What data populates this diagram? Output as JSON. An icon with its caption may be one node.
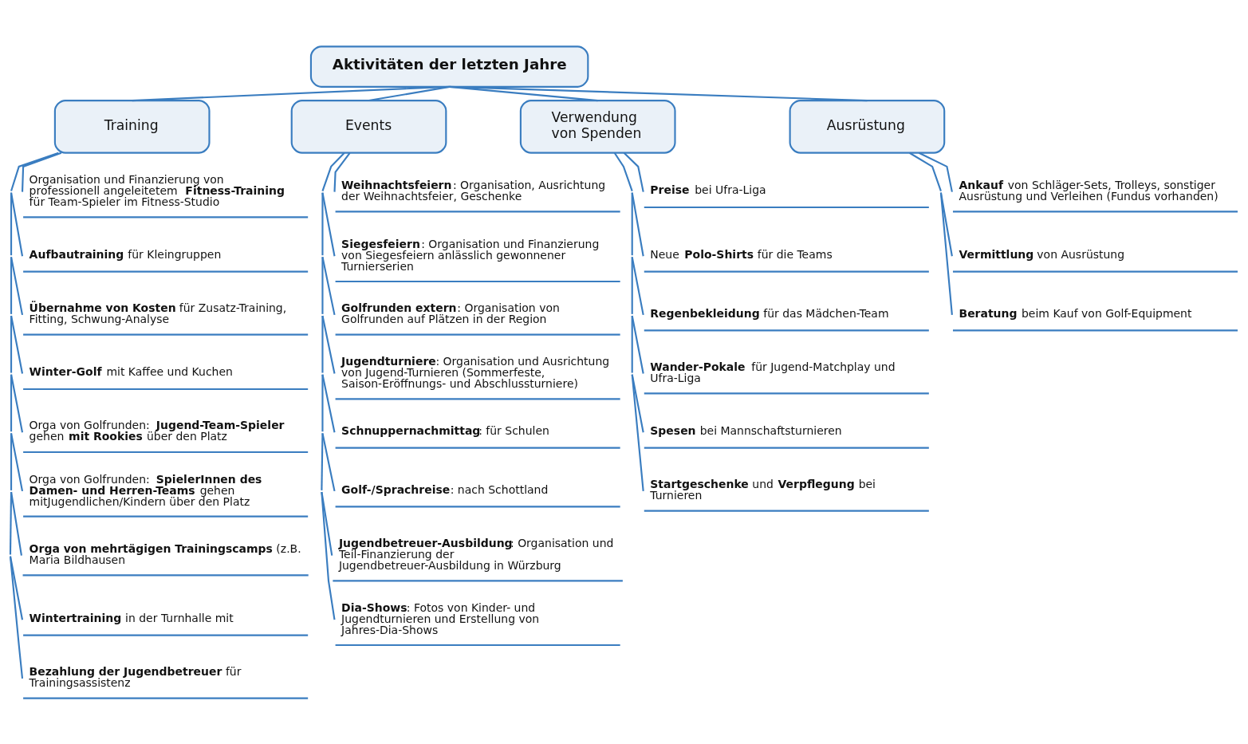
{
  "diagram": {
    "nodes": [
      {
        "text": [
          "Aktivitäten der letzten Jahre"
        ]
      },
      {
        "text": [
          "Training"
        ]
      },
      {
        "text": [
          "Events"
        ]
      },
      {
        "text": [
          "Verwendung von Spenden"
        ]
      },
      {
        "text": [
          "Ausrüstung"
        ]
      },
      {
        "text": [
          "Organisation und Finanzierung von professionell angeleitetem **Fitness-Training** für Team-Spieler im Fitness-Studio"
        ]
      },
      {
        "text": [
          "**Aufbautraining** für Kleingruppen"
        ]
      },
      {
        "text": [
          "**Übernahme von Kosten** für Zusatz-Training, Fitting, Schwung-Analyse"
        ]
      },
      {
        "text": [
          "**Winter-Golf** mit Kaffee und Kuchen"
        ]
      },
      {
        "text": [
          "Orga von Golfrunden: **Jugend-Team-Spieler** gehen **mit Rookies** über den Platz"
        ]
      },
      {
        "text": [
          "Orga von Golfrunden: **SpielerInnen des Damen- und Herren-Teams** gehen mitJugendlichen/Kindern über den Platz"
        ]
      },
      {
        "text": [
          "**Orga von mehrtägigen Trainingscamps** (z.B. Maria Bildhausen"
        ]
      },
      {
        "text": [
          "**Wintertraining** in der Turnhalle mit"
        ]
      },
      {
        "text": [
          "**Bezahlung der Jugendbetreuer** für Trainingsassistenz"
        ]
      },
      {
        "text": [
          "**Weihnachtsfeiern**: Organisation, Ausrichtung der Weihnachtsfeier, Geschenke"
        ]
      },
      {
        "text": [
          "**Siegesfeiern**: Organisation und Finanzierung von Siegesfeiern anlässlich gewonnener Turnierserien"
        ]
      },
      {
        "text": [
          "**Golfrunden extern**: Organisation von Golfrunden auf Plätzen in der Region"
        ]
      },
      {
        "text": [
          "**Jugendturniere**: Organisation und Ausrichtung von Jugend-Turnieren (Sommerfeste, Saison-Eröffnungs- und Abschlussturniere)"
        ]
      },
      {
        "text": [
          "**Schnuppernachmittag**: für Schulen"
        ]
      },
      {
        "text": [
          "**Golf-/Sprachreise**: nach Schottland"
        ]
      },
      {
        "text": [
          "**Jugendbetreuer-Ausbildung**: Organisation und Teil-Finanzierung der Jugendbetreuer-Ausbildung in Würzburg"
        ]
      },
      {
        "text": [
          "**Dia-Shows**: Fotos von Kinder- und Jugendturnieren und Erstellung von Jahres-Dia-Shows"
        ]
      },
      {
        "text": [
          "**Preise** bei Ufra-Liga"
        ]
      },
      {
        "text": [
          "Neue **Polo-Shirts** für die Teams"
        ]
      },
      {
        "text": [
          "**Regenbekleidung** für das Mädchen-Team"
        ]
      },
      {
        "text": [
          "**Wander-Pokale** für Jugend-Matchplay und Ufra-Liga"
        ]
      },
      {
        "text": [
          "**Spesen** bei Mannschaftsturnieren"
        ]
      },
      {
        "text": [
          "**Startgeschenke** und **Verpflegung** bei Turnieren"
        ]
      },
      {
        "text": [
          "**Ankauf** von Schläger-Sets, Trolleys, sonstiger Ausrüstung und Verleihen (Fundus vorhanden)"
        ]
      },
      {
        "text": [
          "**Vermittlung** von Ausrüstung"
        ]
      },
      {
        "text": [
          "**Beratung** beim Kauf von Golf-Equipment"
        ]
      }
    ],
    "edges": [
      {
        "from": 0,
        "to": 1,
        "arrow": "none"
      },
      {
        "from": 0,
        "to": 2,
        "arrow": "none"
      },
      {
        "from": 0,
        "to": 3,
        "arrow": "none"
      },
      {
        "from": 0,
        "to": 4,
        "arrow": "none"
      },
      {
        "from": 1,
        "to": 5,
        "arrow": "none"
      },
      {
        "from": 1,
        "to": 6,
        "arrow": "none"
      },
      {
        "from": 1,
        "to": 7,
        "arrow": "none"
      },
      {
        "from": 1,
        "to": 8,
        "arrow": "none"
      },
      {
        "from": 1,
        "to": 9,
        "arrow": "none"
      },
      {
        "from": 1,
        "to": 10,
        "arrow": "none"
      },
      {
        "from": 1,
        "to": 11,
        "arrow": "none"
      },
      {
        "from": 1,
        "to": 12,
        "arrow": "none"
      },
      {
        "from": 1,
        "to": 13,
        "arrow": "none"
      },
      {
        "from": 2,
        "to": 14,
        "arrow": "none"
      },
      {
        "from": 2,
        "to": 15,
        "arrow": "none"
      },
      {
        "from": 2,
        "to": 16,
        "arrow": "none"
      },
      {
        "from": 2,
        "to": 17,
        "arrow": "none"
      },
      {
        "from": 2,
        "to": 18,
        "arrow": "none"
      },
      {
        "from": 2,
        "to": 19,
        "arrow": "none"
      },
      {
        "from": 2,
        "to": 20,
        "arrow": "none"
      },
      {
        "from": 2,
        "to": 21,
        "arrow": "none"
      },
      {
        "from": 3,
        "to": 22,
        "arrow": "none"
      },
      {
        "from": 3,
        "to": 23,
        "arrow": "none"
      },
      {
        "from": 3,
        "to": 24,
        "arrow": "none"
      },
      {
        "from": 3,
        "to": 25,
        "arrow": "none"
      },
      {
        "from": 3,
        "to": 26,
        "arrow": "none"
      },
      {
        "from": 3,
        "to": 27,
        "arrow": "none"
      },
      {
        "from": 4,
        "to": 28,
        "arrow": "none"
      },
      {
        "from": 4,
        "to": 29,
        "arrow": "none"
      },
      {
        "from": 4,
        "to": 30,
        "arrow": "none"
      }
    ]
  }
}
